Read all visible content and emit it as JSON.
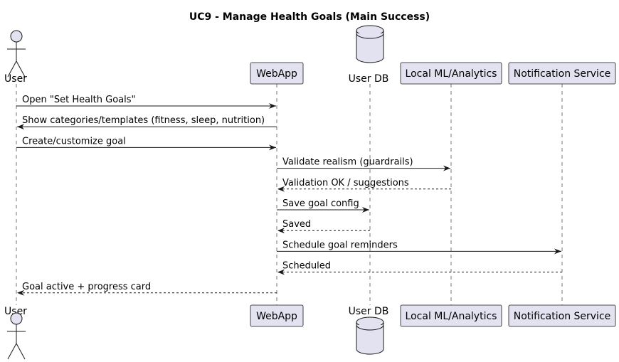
{
  "diagram": {
    "title": "UC9 - Manage Health Goals (Main Success)",
    "participants": [
      {
        "id": "user",
        "label": "User",
        "kind": "actor"
      },
      {
        "id": "webapp",
        "label": "WebApp",
        "kind": "participant"
      },
      {
        "id": "userdb",
        "label": "User DB",
        "kind": "database"
      },
      {
        "id": "ml",
        "label": "Local ML/Analytics",
        "kind": "participant"
      },
      {
        "id": "notify",
        "label": "Notification Service",
        "kind": "participant"
      }
    ],
    "messages": [
      {
        "from": "user",
        "to": "webapp",
        "label": "Open \"Set Health Goals\"",
        "style": "solid"
      },
      {
        "from": "webapp",
        "to": "user",
        "label": "Show categories/templates (fitness, sleep, nutrition)",
        "style": "solid"
      },
      {
        "from": "user",
        "to": "webapp",
        "label": "Create/customize goal",
        "style": "solid"
      },
      {
        "from": "webapp",
        "to": "ml",
        "label": "Validate realism (guardrails)",
        "style": "solid"
      },
      {
        "from": "ml",
        "to": "webapp",
        "label": "Validation OK / suggestions",
        "style": "dashed"
      },
      {
        "from": "webapp",
        "to": "userdb",
        "label": "Save goal config",
        "style": "solid"
      },
      {
        "from": "userdb",
        "to": "webapp",
        "label": "Saved",
        "style": "dashed"
      },
      {
        "from": "webapp",
        "to": "notify",
        "label": "Schedule goal reminders",
        "style": "solid"
      },
      {
        "from": "notify",
        "to": "webapp",
        "label": "Scheduled",
        "style": "dashed"
      },
      {
        "from": "webapp",
        "to": "user",
        "label": "Goal active + progress card",
        "style": "dashed"
      }
    ],
    "colors": {
      "participant_fill": "#E2E2F0",
      "stroke": "#181818"
    }
  }
}
